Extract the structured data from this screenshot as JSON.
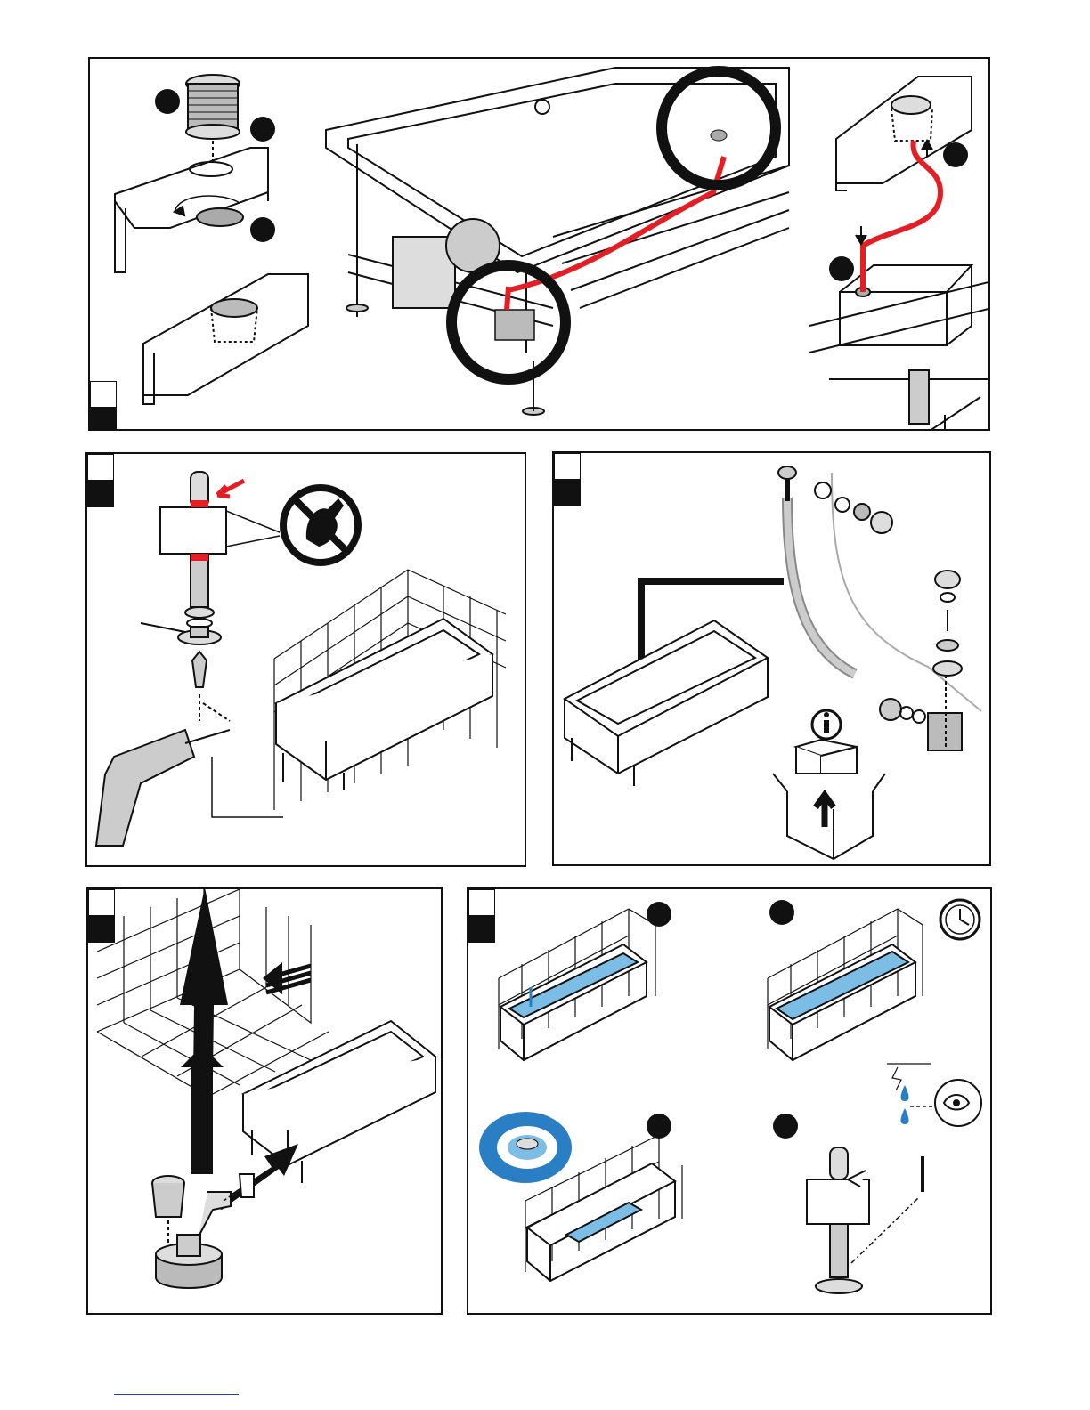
{
  "document": {
    "type": "installation-manual-illustration",
    "panels": [
      {
        "id": "pump-button",
        "step_markers": 4
      },
      {
        "id": "feet-anchoring",
        "warning": "no-hand-prohibition"
      },
      {
        "id": "drain-kit",
        "info_icon": "i"
      },
      {
        "id": "drain-connection"
      },
      {
        "id": "water-test",
        "step_markers": 4,
        "clock_icon": true
      }
    ]
  },
  "colors": {
    "line": "#111111",
    "accent_red": "#e31e24",
    "water_blue": "#2a7fc4",
    "water_light": "#7cbde6",
    "grey_fill": "#c9c9c9",
    "footer_link": "#2a3fbf"
  },
  "icons": [
    "no-touch-icon",
    "info-icon",
    "clock-icon",
    "eye-icon",
    "drill-icon",
    "water-drop-icon"
  ]
}
